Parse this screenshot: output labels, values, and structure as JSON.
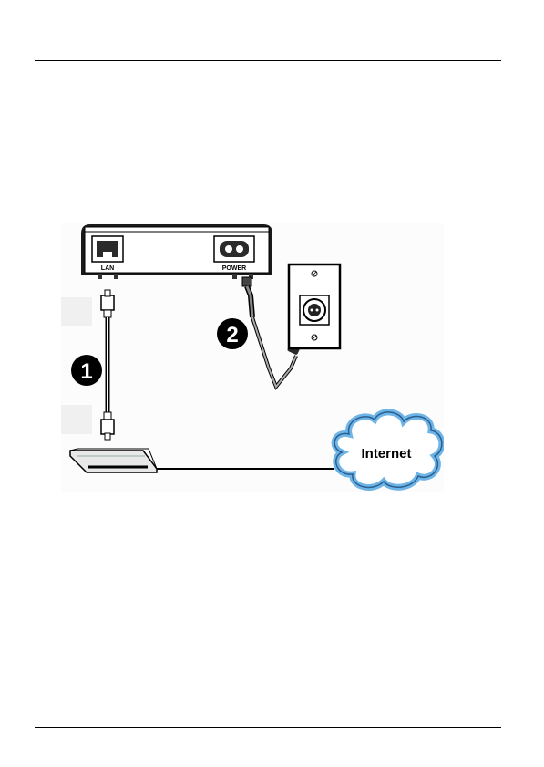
{
  "figure": {
    "device_ports": {
      "lan_label": "LAN",
      "power_label": "POWER"
    },
    "steps": [
      {
        "number": "1"
      },
      {
        "number": "2"
      }
    ],
    "cloud_label": "Internet"
  }
}
